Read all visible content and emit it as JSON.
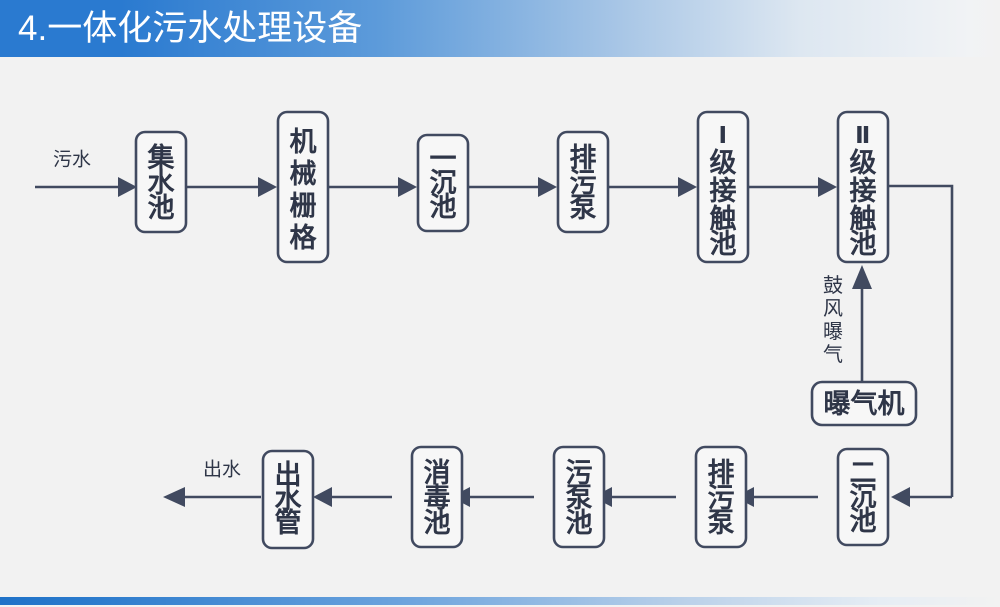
{
  "header": {
    "title": "4.一体化污水处理设备",
    "accent_color": "#2a7ad0",
    "text_color": "#ffffff"
  },
  "footer": {
    "accent_color": "#1f72c8"
  },
  "canvas": {
    "background_color": "#f2f2f2",
    "line_color": "#414a60",
    "box_fill": "#f7f7f7",
    "text_color": "#2f3648"
  },
  "diagram": {
    "type": "process-flowchart",
    "orientation": "serpentine-two-rows",
    "nodes": [
      {
        "id": "n1",
        "label": "集水池",
        "chars": [
          "集",
          "水",
          "池"
        ],
        "text_layout": "vertical",
        "row": "top"
      },
      {
        "id": "n2",
        "label": "机械栅格",
        "chars": [
          "机",
          "械",
          "栅",
          "格"
        ],
        "text_layout": "vertical",
        "row": "top"
      },
      {
        "id": "n3",
        "label": "一沉池",
        "chars": [
          "一",
          "沉",
          "池"
        ],
        "text_layout": "vertical",
        "row": "top"
      },
      {
        "id": "n4",
        "label": "排污泵",
        "chars": [
          "排",
          "污",
          "泵"
        ],
        "text_layout": "vertical",
        "row": "top"
      },
      {
        "id": "n5",
        "label": "Ⅰ级接触池",
        "chars": [
          "Ⅰ",
          "级",
          "接",
          "触",
          "池"
        ],
        "text_layout": "vertical",
        "row": "top"
      },
      {
        "id": "n6",
        "label": "Ⅱ级接触池",
        "chars": [
          "Ⅱ",
          "级",
          "接",
          "触",
          "池"
        ],
        "text_layout": "vertical",
        "row": "top"
      },
      {
        "id": "n7",
        "label": "曝气机",
        "chars": [
          "曝气机"
        ],
        "text_layout": "horizontal",
        "row": "middle"
      },
      {
        "id": "n8",
        "label": "二沉池",
        "chars": [
          "二",
          "沉",
          "池"
        ],
        "text_layout": "vertical",
        "row": "bottom"
      },
      {
        "id": "n9",
        "label": "排污泵",
        "chars": [
          "排",
          "污",
          "泵"
        ],
        "text_layout": "vertical",
        "row": "bottom"
      },
      {
        "id": "n10",
        "label": "污泵池",
        "chars": [
          "污",
          "泵",
          "池"
        ],
        "text_layout": "vertical",
        "row": "bottom"
      },
      {
        "id": "n11",
        "label": "消毒池",
        "chars": [
          "消",
          "毒",
          "池"
        ],
        "text_layout": "vertical",
        "row": "bottom"
      },
      {
        "id": "n12",
        "label": "出水管",
        "chars": [
          "出",
          "水",
          "管"
        ],
        "text_layout": "vertical",
        "row": "bottom"
      }
    ],
    "edge_labels": {
      "inlet": "污水",
      "outlet": "出水",
      "aeration": "鼓风曝气",
      "aeration_chars": [
        "鼓",
        "风",
        "曝",
        "气"
      ]
    },
    "flow_sequence": [
      "污水",
      "集水池",
      "机械栅格",
      "一沉池",
      "排污泵",
      "Ⅰ级接触池",
      "Ⅱ级接触池",
      "二沉池",
      "排污泵",
      "污泵池",
      "消毒池",
      "出水管",
      "出水"
    ],
    "aeration_branch": {
      "from": "曝气机",
      "to": "Ⅱ级接触池",
      "label": "鼓风曝气"
    }
  }
}
